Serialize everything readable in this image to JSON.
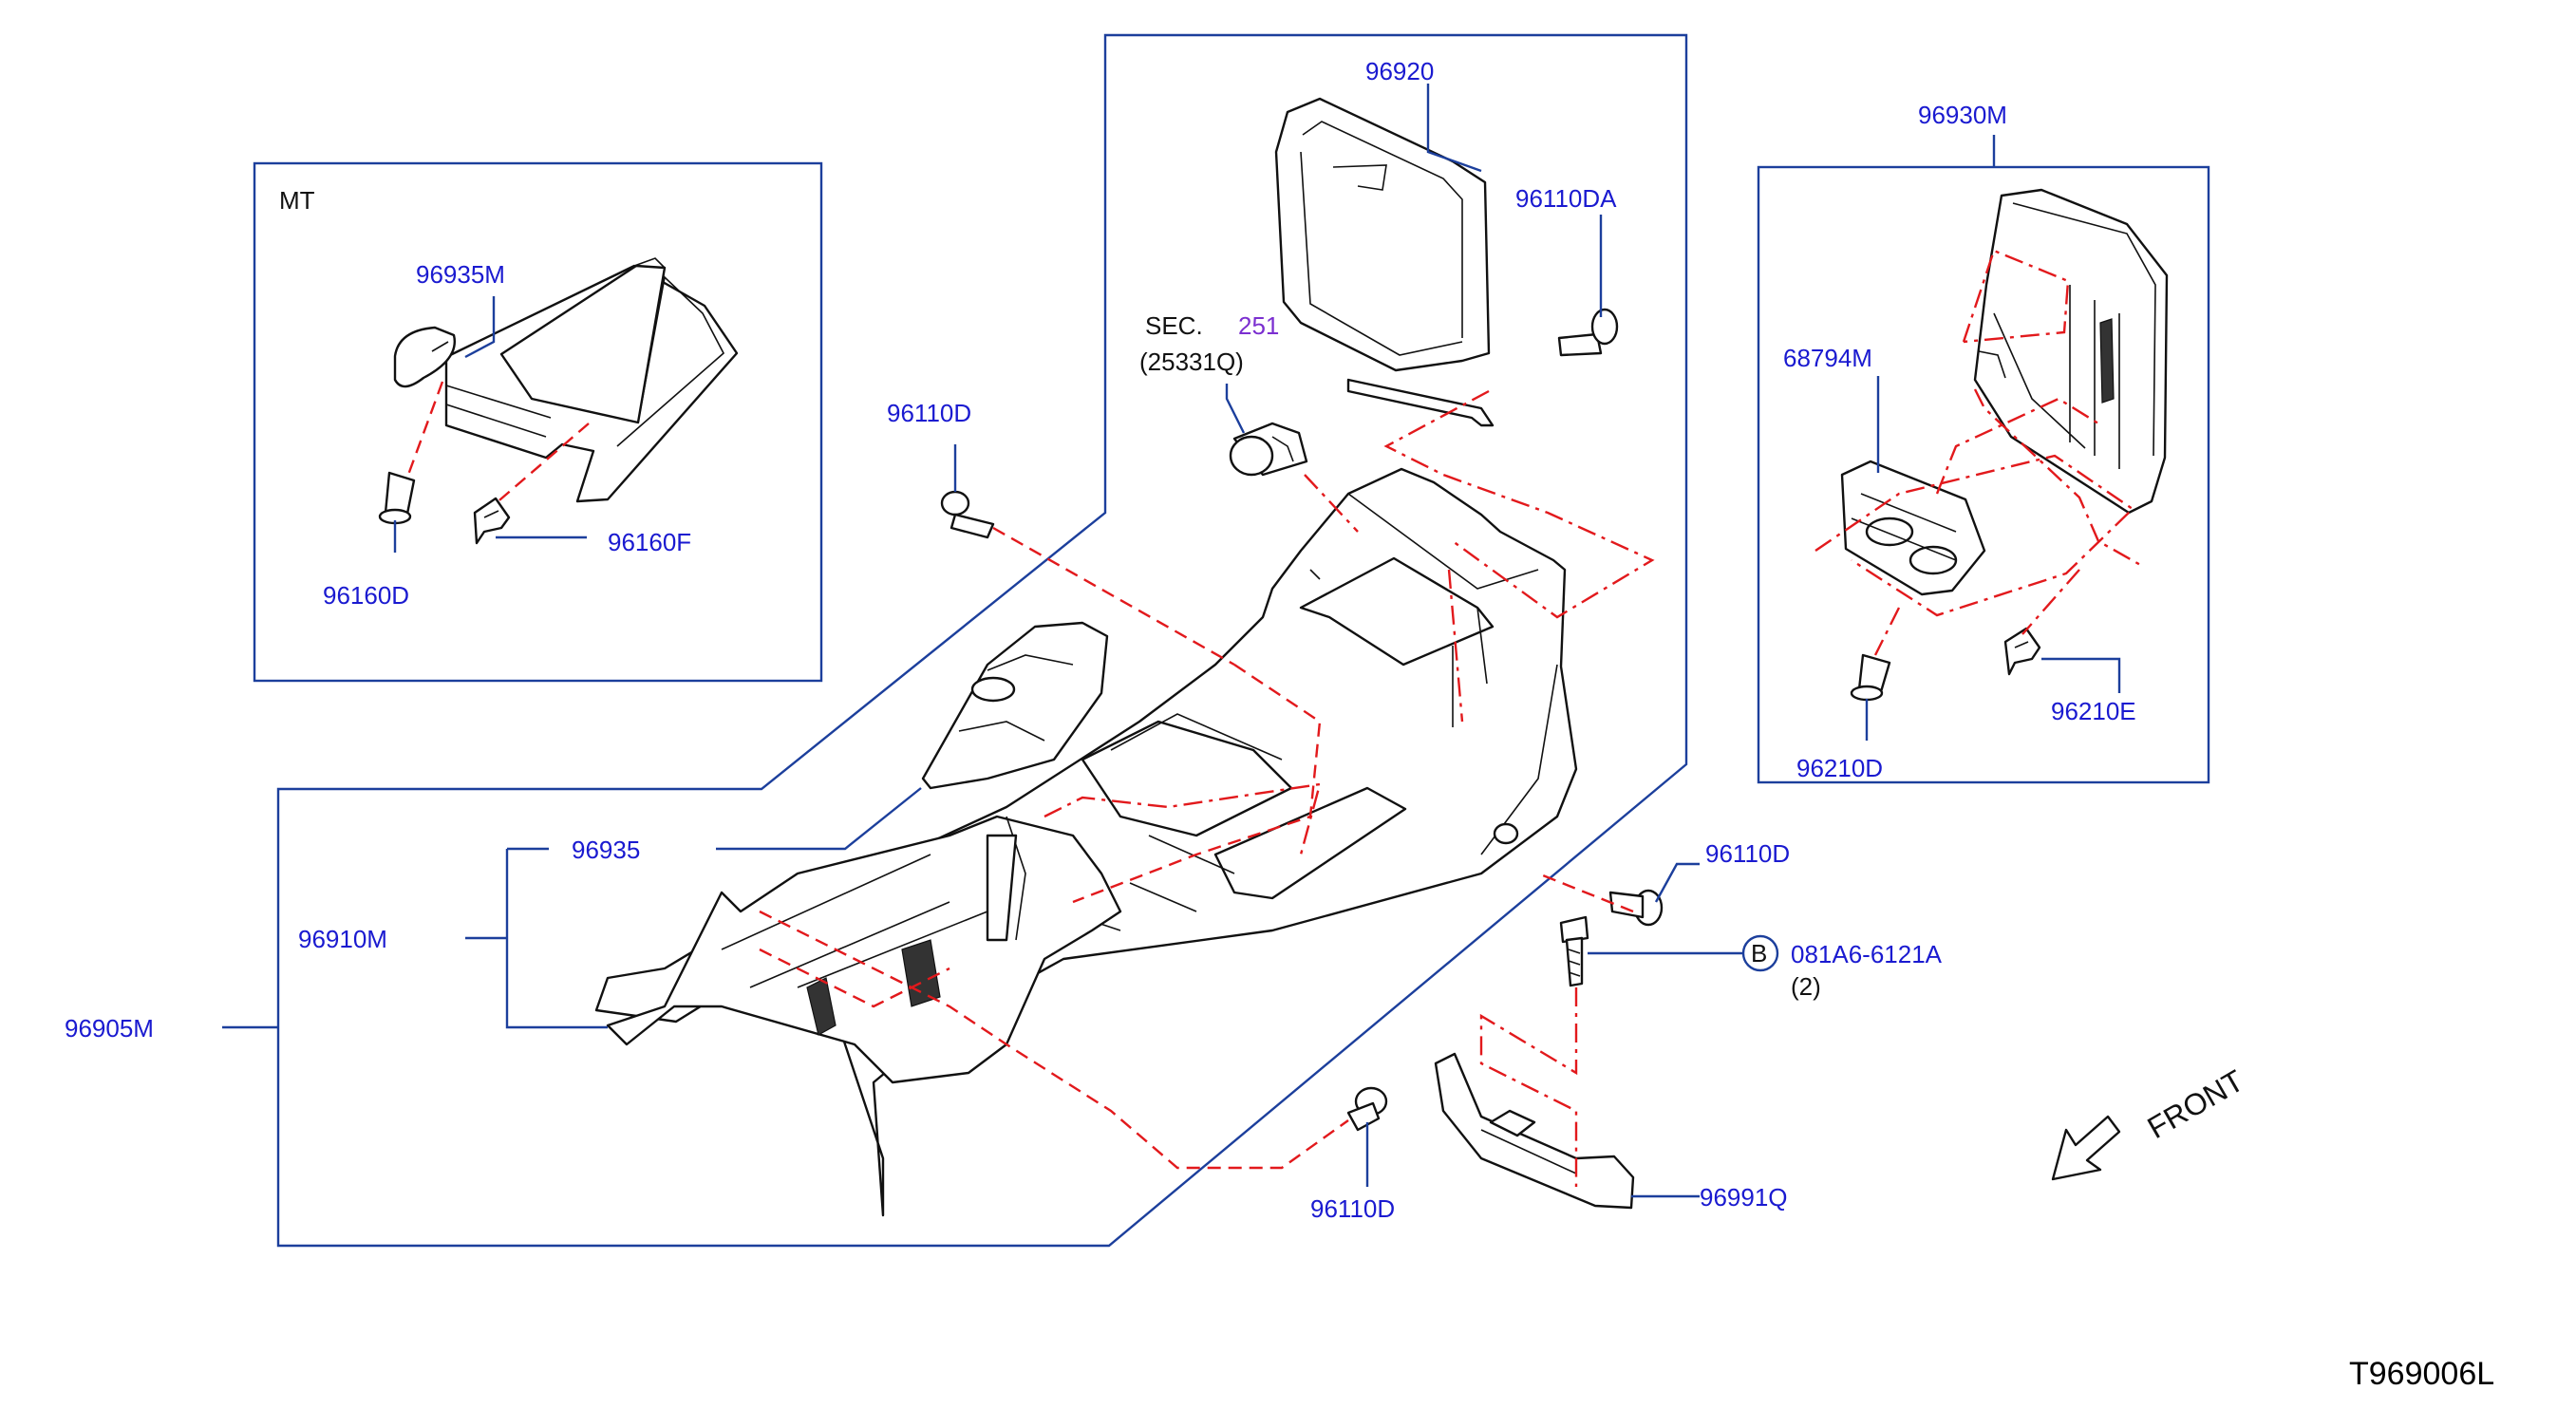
{
  "labels": {
    "mt": "MT",
    "p96935M": "96935M",
    "p96160D": "96160D",
    "p96160F": "96160F",
    "p96920": "96920",
    "p96110DA": "96110DA",
    "sec": "SEC.",
    "sec_num": "251",
    "sec_ref": "(25331Q)",
    "p96110D_top": "96110D",
    "p96930M": "96930M",
    "p68794M": "68794M",
    "p96210D": "96210D",
    "p96210E": "96210E",
    "p96935": "96935",
    "p96910M": "96910M",
    "p96905M": "96905M",
    "p96110D_right": "96110D",
    "bolt_marker": "B",
    "bolt_part": "081A6-6121A",
    "bolt_qty": "(2)",
    "p96110D_bottom": "96110D",
    "p96991Q": "96991Q",
    "front": "FRONT",
    "diagram_code": "T969006L"
  },
  "colors": {
    "label_text": "#1a1ad0",
    "frame_line": "#1c3f9c",
    "assembly_line": "#e2191c",
    "section_number": "#7b2fd0",
    "part_outline": "#111111"
  }
}
